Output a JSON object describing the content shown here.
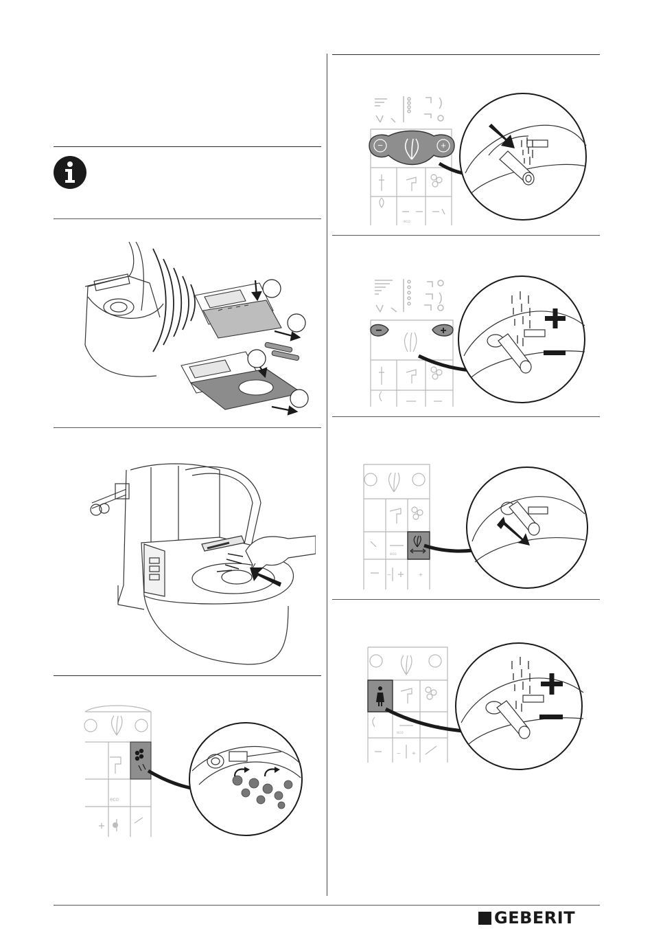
{
  "footer": {
    "brand": "GEBERIT"
  },
  "panel_labels": {
    "eco": "eco",
    "plus": "+",
    "minus": "−",
    "temp_minus": "−",
    "temp_plus": "+"
  },
  "icons": {
    "info": "info-icon",
    "remote": "remote-control",
    "batteries": "battery-icon",
    "hand": "hand-pointer"
  }
}
